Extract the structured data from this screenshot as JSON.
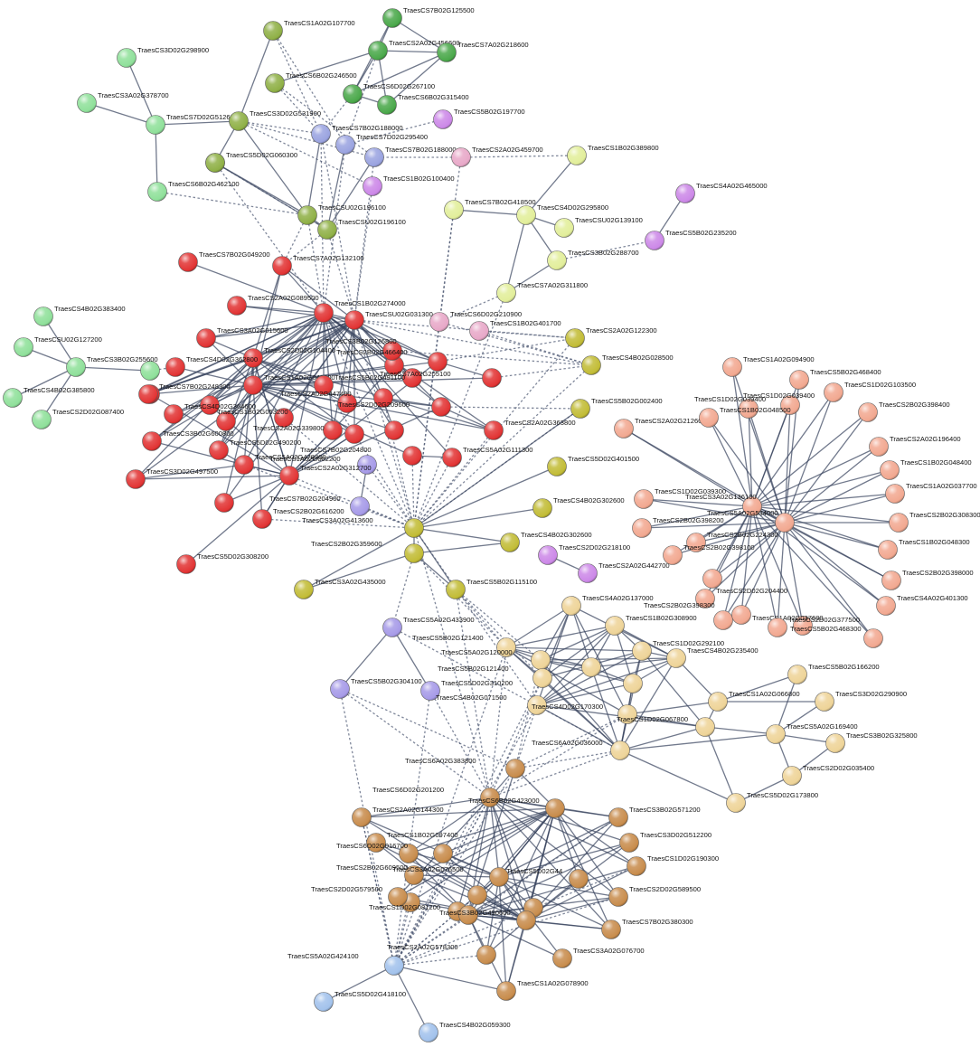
{
  "diagram": {
    "type": "protein-interaction-network",
    "clusters": {
      "green_dark": {
        "color": "#8fb046"
      },
      "green_deep": {
        "color": "#4aa84a"
      },
      "green_light": {
        "color": "#8fe09a"
      },
      "blue_grey": {
        "color": "#9aa3e0"
      },
      "lilac": {
        "color": "#cc88e8"
      },
      "pink": {
        "color": "#e8a8c8"
      },
      "yellow_light": {
        "color": "#e2ee9a"
      },
      "olive": {
        "color": "#c2bc36"
      },
      "red": {
        "color": "#e23434"
      },
      "salmon": {
        "color": "#f2a890"
      },
      "tan": {
        "color": "#eed498"
      },
      "lavender": {
        "color": "#a69ae8"
      },
      "brown": {
        "color": "#c88c4c"
      },
      "blue_light": {
        "color": "#a2c2ec"
      }
    },
    "nodes": [
      {
        "id": "n1",
        "label": "TraesCS1A02G107700",
        "cluster": "green_dark"
      },
      {
        "id": "n2",
        "label": "TraesCS7B02G125500",
        "cluster": "green_deep"
      },
      {
        "id": "n3",
        "label": "TraesCS2A02G456600",
        "cluster": "green_deep"
      },
      {
        "id": "n4",
        "label": "TraesCS7A02G218600",
        "cluster": "green_deep"
      },
      {
        "id": "n5",
        "label": "TraesCS6B02G246500",
        "cluster": "green_dark"
      },
      {
        "id": "n6",
        "label": "TraesCS6D02G267100",
        "cluster": "green_deep"
      },
      {
        "id": "n7",
        "label": "TraesCS6B02G315400",
        "cluster": "green_deep"
      },
      {
        "id": "n8",
        "label": "TraesCS3D02G298900",
        "cluster": "green_light"
      },
      {
        "id": "n9",
        "label": "TraesCS3A02G378700",
        "cluster": "green_light"
      },
      {
        "id": "n10",
        "label": "TraesCS7D02G512600",
        "cluster": "green_light"
      },
      {
        "id": "n11",
        "label": "TraesCS3D02G531900",
        "cluster": "green_dark"
      },
      {
        "id": "n12",
        "label": "TraesCS7B02G188000",
        "cluster": "blue_grey"
      },
      {
        "id": "n13",
        "label": "TraesCS7D02G295400",
        "cluster": "blue_grey"
      },
      {
        "id": "n14",
        "label": "TraesCS5B02G197700",
        "cluster": "lilac"
      },
      {
        "id": "n15",
        "label": "TraesCS5D02G060300",
        "cluster": "green_dark"
      },
      {
        "id": "n16",
        "label": "TraesCS7B02G188000",
        "cluster": "blue_grey"
      },
      {
        "id": "n17",
        "label": "TraesCS2A02G459700",
        "cluster": "pink"
      },
      {
        "id": "n18",
        "label": "TraesCS1B02G389800",
        "cluster": "yellow_light"
      },
      {
        "id": "n19",
        "label": "TraesCS1B02G100400",
        "cluster": "lilac"
      },
      {
        "id": "n20",
        "label": "TraesCS6B02G462100",
        "cluster": "green_light"
      },
      {
        "id": "n21",
        "label": "TraesCSU02G196100",
        "cluster": "green_dark"
      },
      {
        "id": "n22",
        "label": "TraesCSU02G196100",
        "cluster": "green_dark"
      },
      {
        "id": "n23",
        "label": "TraesCS7B02G418500",
        "cluster": "yellow_light"
      },
      {
        "id": "n24",
        "label": "TraesCS4D02G295800",
        "cluster": "yellow_light"
      },
      {
        "id": "n25",
        "label": "TraesCS4A02G465000",
        "cluster": "lilac"
      },
      {
        "id": "n26",
        "label": "TraesCSU02G139100",
        "cluster": "yellow_light"
      },
      {
        "id": "n27",
        "label": "TraesCS5B02G235200",
        "cluster": "lilac"
      },
      {
        "id": "n28",
        "label": "TraesCS3B02G288700",
        "cluster": "yellow_light"
      },
      {
        "id": "n29",
        "label": "TraesCS7A02G311800",
        "cluster": "yellow_light"
      },
      {
        "id": "n30",
        "label": "TraesCS7B02G049200",
        "cluster": "red"
      },
      {
        "id": "n31",
        "label": "TraesCS7A02G132100",
        "cluster": "red"
      },
      {
        "id": "n32",
        "label": "TraesCS2A02G089500",
        "cluster": "red"
      },
      {
        "id": "n33",
        "label": "TraesCS1B02G274000",
        "cluster": "red"
      },
      {
        "id": "n34",
        "label": "TraesCSU02G031300",
        "cluster": "red"
      },
      {
        "id": "n35",
        "label": "TraesCS6D02G210900",
        "cluster": "pink"
      },
      {
        "id": "n36",
        "label": "TraesCS1B02G401700",
        "cluster": "pink"
      },
      {
        "id": "n37",
        "label": "TraesCS2A02G122300",
        "cluster": "olive"
      },
      {
        "id": "n38",
        "label": "TraesCS4B02G383400",
        "cluster": "green_light"
      },
      {
        "id": "n39",
        "label": "TraesCS3A02G015600",
        "cluster": "red"
      },
      {
        "id": "n40",
        "label": "TraesCS3B02G126800",
        "cluster": "red"
      },
      {
        "id": "n41",
        "label": "TraesCS2B02G466400",
        "cluster": "red"
      },
      {
        "id": "n42",
        "label": "TraesCS4B02G028500",
        "cluster": "olive"
      },
      {
        "id": "n43",
        "label": "TraesCSU02G127200",
        "cluster": "green_light"
      },
      {
        "id": "n44",
        "label": "TraesCS2D02G104400",
        "cluster": "red"
      },
      {
        "id": "n45",
        "label": "TraesCS3B02G255600",
        "cluster": "green_light"
      },
      {
        "id": "n46",
        "label": "TraesCS4D02G362800",
        "cluster": "red"
      },
      {
        "id": "n47",
        "label": "TraesCS7A02G205100",
        "cluster": "red"
      },
      {
        "id": "n48",
        "label": "TraesCS1A02G040200",
        "cluster": "red"
      },
      {
        "id": "n49",
        "label": "TraesCS5B02G491100",
        "cluster": "red"
      },
      {
        "id": "n50",
        "label": "TraesCS4B02G385800",
        "cluster": "green_light"
      },
      {
        "id": "n51",
        "label": "TraesCS7B02G248300",
        "cluster": "red"
      },
      {
        "id": "n52",
        "label": "TraesCS2A02G447400",
        "cluster": "red"
      },
      {
        "id": "n53",
        "label": "TraesCS2D02G209600",
        "cluster": "red"
      },
      {
        "id": "n54",
        "label": "TraesCS5B02G002400",
        "cluster": "olive"
      },
      {
        "id": "n55",
        "label": "TraesCS4D02G364600",
        "cluster": "red"
      },
      {
        "id": "n56",
        "label": "TraesCS2D02G087400",
        "cluster": "green_light"
      },
      {
        "id": "n57",
        "label": "TraesCS1B02G053200",
        "cluster": "red"
      },
      {
        "id": "n58",
        "label": "TraesCS2A02G363800",
        "cluster": "red"
      },
      {
        "id": "n59",
        "label": "TraesCS2A02G339800",
        "cluster": "red"
      },
      {
        "id": "n60",
        "label": "TraesCS3B02G600800",
        "cluster": "red"
      },
      {
        "id": "n61",
        "label": "TraesCS5D02G490200",
        "cluster": "red"
      },
      {
        "id": "n62",
        "label": "TraesCS5A02G111300",
        "cluster": "red"
      },
      {
        "id": "n63",
        "label": "TraesCS7B02G204800",
        "cluster": "red"
      },
      {
        "id": "n64",
        "label": "TraesCS5A02G478300",
        "cluster": "red"
      },
      {
        "id": "n65",
        "label": "TraesCS5D02G401500",
        "cluster": "olive"
      },
      {
        "id": "n66",
        "label": "TraesCS1A02G002200",
        "cluster": "lavender"
      },
      {
        "id": "n67",
        "label": "TraesCS3D02G497500",
        "cluster": "red"
      },
      {
        "id": "n68",
        "label": "TraesCS2A02G312700",
        "cluster": "red"
      },
      {
        "id": "n69",
        "label": "TraesCS7B02G204900",
        "cluster": "lavender"
      },
      {
        "id": "n70",
        "label": "TraesCS4B02G302600",
        "cluster": "olive"
      },
      {
        "id": "n71",
        "label": "TraesCS2B02G616200",
        "cluster": "red"
      },
      {
        "id": "n72",
        "label": "TraesCS3A02G413600",
        "cluster": "olive"
      },
      {
        "id": "n73",
        "label": "TraesCS4B02G302600",
        "cluster": "olive"
      },
      {
        "id": "n74",
        "label": "TraesCS2B02G359600",
        "cluster": "olive"
      },
      {
        "id": "n75",
        "label": "TraesCS2D02G218100",
        "cluster": "lilac"
      },
      {
        "id": "n76",
        "label": "TraesCS5D02G308200",
        "cluster": "red"
      },
      {
        "id": "n77",
        "label": "TraesCS2A02G442700",
        "cluster": "lilac"
      },
      {
        "id": "n78",
        "label": "TraesCS3A02G435000",
        "cluster": "olive"
      },
      {
        "id": "n79",
        "label": "TraesCS5B02G115100",
        "cluster": "olive"
      },
      {
        "id": "n80",
        "label": "TraesCS1A02G094900",
        "cluster": "salmon"
      },
      {
        "id": "n81",
        "label": "TraesCS5B02G468400",
        "cluster": "salmon"
      },
      {
        "id": "n82",
        "label": "TraesCS1D02G103500",
        "cluster": "salmon"
      },
      {
        "id": "n83",
        "label": "TraesCS1D02G039400",
        "cluster": "salmon"
      },
      {
        "id": "n84",
        "label": "TraesCS1D02G039400",
        "cluster": "salmon"
      },
      {
        "id": "n85",
        "label": "TraesCS2B02G398400",
        "cluster": "salmon"
      },
      {
        "id": "n86",
        "label": "TraesCS2A02G212600",
        "cluster": "salmon"
      },
      {
        "id": "n87",
        "label": "TraesCS1B02G048500",
        "cluster": "salmon"
      },
      {
        "id": "n88",
        "label": "TraesCS2A02G196400",
        "cluster": "salmon"
      },
      {
        "id": "n89",
        "label": "TraesCS1B02G048400",
        "cluster": "salmon"
      },
      {
        "id": "n90",
        "label": "TraesCS1D02G039300",
        "cluster": "salmon"
      },
      {
        "id": "n91",
        "label": "TraesCS3A02G136100",
        "cluster": "salmon"
      },
      {
        "id": "n92",
        "label": "TraesCS1A02G037700",
        "cluster": "salmon"
      },
      {
        "id": "n93",
        "label": "TraesCS5A02G534000",
        "cluster": "salmon"
      },
      {
        "id": "n94",
        "label": "TraesCS2B02G308300",
        "cluster": "salmon"
      },
      {
        "id": "n95",
        "label": "TraesCS2B02G398200",
        "cluster": "salmon"
      },
      {
        "id": "n96",
        "label": "TraesCS1B02G048300",
        "cluster": "salmon"
      },
      {
        "id": "n97",
        "label": "TraesCS2B02G224300",
        "cluster": "salmon"
      },
      {
        "id": "n98",
        "label": "TraesCS2B02G398100",
        "cluster": "salmon"
      },
      {
        "id": "n99",
        "label": "TraesCS2B02G398000",
        "cluster": "salmon"
      },
      {
        "id": "n100",
        "label": "TraesCS2D02G204400",
        "cluster": "salmon"
      },
      {
        "id": "n101",
        "label": "TraesCS4A02G401300",
        "cluster": "salmon"
      },
      {
        "id": "n102",
        "label": "TraesCS2B02G398300",
        "cluster": "salmon"
      },
      {
        "id": "n103",
        "label": "TraesCS1A02G037600",
        "cluster": "salmon"
      },
      {
        "id": "n104",
        "label": "TraesCS5B02G468300",
        "cluster": "salmon"
      },
      {
        "id": "n105",
        "label": "TraesCS2D02G377500",
        "cluster": "salmon"
      },
      {
        "id": "n106",
        "label": "TraesCS4A02G137000",
        "cluster": "tan"
      },
      {
        "id": "n107",
        "label": "TraesCS1B02G308900",
        "cluster": "tan"
      },
      {
        "id": "n108",
        "label": "TraesCS5B02G121400",
        "cluster": "tan"
      },
      {
        "id": "n109",
        "label": "TraesCS1D02G292100",
        "cluster": "tan"
      },
      {
        "id": "n110",
        "label": "TraesCS5A02G120000",
        "cluster": "tan"
      },
      {
        "id": "n111",
        "label": "TraesCS4B02G235400",
        "cluster": "tan"
      },
      {
        "id": "n112",
        "label": "TraesCS5A02G433900",
        "cluster": "lavender"
      },
      {
        "id": "n113",
        "label": "TraesCS5B02G121400",
        "cluster": "tan"
      },
      {
        "id": "n114",
        "label": "TraesCS5B02G166200",
        "cluster": "tan"
      },
      {
        "id": "n115",
        "label": "TraesCS5B02G304100",
        "cluster": "lavender"
      },
      {
        "id": "n116",
        "label": "TraesCS5D02G310200",
        "cluster": "lavender"
      },
      {
        "id": "n117",
        "label": "TraesCS4B02G071500",
        "cluster": "tan"
      },
      {
        "id": "n118",
        "label": "TraesCS1A02G066800",
        "cluster": "tan"
      },
      {
        "id": "n119",
        "label": "TraesCS4D02G170300",
        "cluster": "tan"
      },
      {
        "id": "n120",
        "label": "TraesCS3D02G290900",
        "cluster": "tan"
      },
      {
        "id": "n121",
        "label": "TraesCS1D02G067800",
        "cluster": "tan"
      },
      {
        "id": "n122",
        "label": "TraesCS5A02G169400",
        "cluster": "tan"
      },
      {
        "id": "n123",
        "label": "TraesCS3B02G325800",
        "cluster": "tan"
      },
      {
        "id": "n124",
        "label": "TraesCS6A02G036000",
        "cluster": "tan"
      },
      {
        "id": "n125",
        "label": "TraesCS6A02G383800",
        "cluster": "brown"
      },
      {
        "id": "n126",
        "label": "TraesCS2D02G035400",
        "cluster": "tan"
      },
      {
        "id": "n127",
        "label": "TraesCS6D02G201200",
        "cluster": "brown"
      },
      {
        "id": "n128",
        "label": "TraesCS5D02G173800",
        "cluster": "tan"
      },
      {
        "id": "n129",
        "label": "TraesCS2A02G144300",
        "cluster": "brown"
      },
      {
        "id": "n130",
        "label": "TraesCS6B02G423000",
        "cluster": "brown"
      },
      {
        "id": "n131",
        "label": "TraesCS3B02G571200",
        "cluster": "brown"
      },
      {
        "id": "n132",
        "label": "TraesCS1B02G097400",
        "cluster": "brown"
      },
      {
        "id": "n133",
        "label": "TraesCS3D02G512200",
        "cluster": "brown"
      },
      {
        "id": "n134",
        "label": "TraesCS6D02G016700",
        "cluster": "brown"
      },
      {
        "id": "n135",
        "label": "TraesCS1D02G190300",
        "cluster": "brown"
      },
      {
        "id": "n136",
        "label": "TraesCS2B02G609500",
        "cluster": "brown"
      },
      {
        "id": "n137",
        "label": "TraesCS3A02G076500",
        "cluster": "brown"
      },
      {
        "id": "n138",
        "label": "TraesCS5D02G44",
        "cluster": "brown"
      },
      {
        "id": "n139",
        "label": "TraesCS2D02G579500",
        "cluster": "brown"
      },
      {
        "id": "n140",
        "label": "TraesCS2D02G589500",
        "cluster": "brown"
      },
      {
        "id": "n141",
        "label": "TraesCS1D02G081200",
        "cluster": "brown"
      },
      {
        "id": "n142",
        "label": "TraesCS3B02G490600",
        "cluster": "brown"
      },
      {
        "id": "n143",
        "label": "TraesCS7B02G380300",
        "cluster": "brown"
      },
      {
        "id": "n144",
        "label": "TraesCS2A02G578300",
        "cluster": "brown"
      },
      {
        "id": "n145",
        "label": "TraesCS3A02G076700",
        "cluster": "brown"
      },
      {
        "id": "n146",
        "label": "TraesCS5A02G424100",
        "cluster": "blue_light"
      },
      {
        "id": "n147",
        "label": "TraesCS1A02G078900",
        "cluster": "brown"
      },
      {
        "id": "n148",
        "label": "TraesCS5D02G418100",
        "cluster": "blue_light"
      },
      {
        "id": "n149",
        "label": "TraesCS4B02G059300",
        "cluster": "blue_light"
      }
    ],
    "unlabeled_nodes": [
      {
        "id": "u1",
        "cluster": "green_dark"
      },
      {
        "id": "u2",
        "cluster": "green_light"
      },
      {
        "id": "u3",
        "cluster": "red"
      },
      {
        "id": "u4",
        "cluster": "red"
      },
      {
        "id": "u5",
        "cluster": "red"
      },
      {
        "id": "u6",
        "cluster": "red"
      },
      {
        "id": "u7",
        "cluster": "red"
      },
      {
        "id": "u8",
        "cluster": "red"
      },
      {
        "id": "u9",
        "cluster": "red"
      },
      {
        "id": "u10",
        "cluster": "red"
      },
      {
        "id": "u11",
        "cluster": "red"
      },
      {
        "id": "u12",
        "cluster": "salmon"
      },
      {
        "id": "u13",
        "cluster": "salmon"
      },
      {
        "id": "u14",
        "cluster": "tan"
      },
      {
        "id": "u15",
        "cluster": "tan"
      },
      {
        "id": "u16",
        "cluster": "brown"
      },
      {
        "id": "u17",
        "cluster": "brown"
      },
      {
        "id": "u18",
        "cluster": "brown"
      },
      {
        "id": "u19",
        "cluster": "brown"
      },
      {
        "id": "u20",
        "cluster": "brown"
      }
    ]
  }
}
